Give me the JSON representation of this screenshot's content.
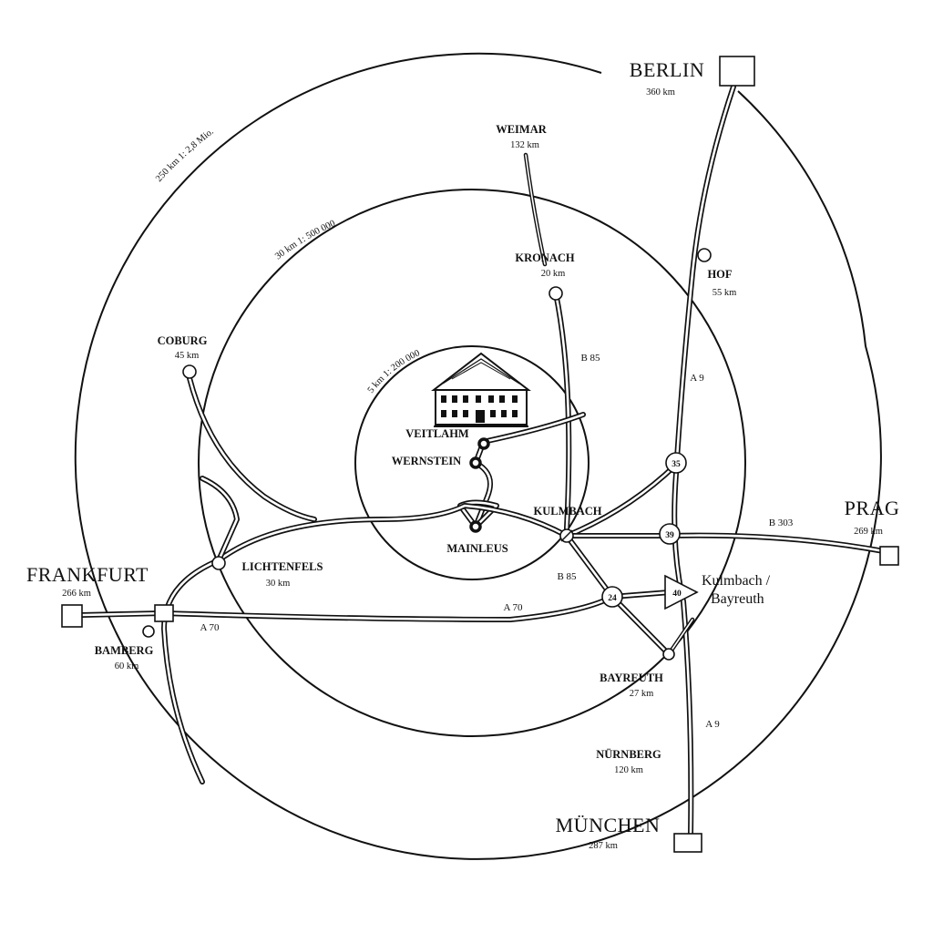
{
  "rings": [
    {
      "distance": "250 km",
      "scale": "1: 2,8 Mio."
    },
    {
      "distance": "30 km",
      "scale": "1: 500 000"
    },
    {
      "distance": "5 km",
      "scale": "1: 200 000"
    }
  ],
  "cities": {
    "berlin": {
      "name": "BERLIN",
      "distance": "360 km"
    },
    "weimar": {
      "name": "WEIMAR",
      "distance": "132 km"
    },
    "kronach": {
      "name": "KRONACH",
      "distance": "20 km"
    },
    "hof": {
      "name": "HOF",
      "distance": "55 km"
    },
    "coburg": {
      "name": "COBURG",
      "distance": "45 km"
    },
    "veitlahm": {
      "name": "VEITLAHM"
    },
    "wernstein": {
      "name": "WERNSTEIN"
    },
    "mainleus": {
      "name": "MAINLEUS"
    },
    "kulmbach": {
      "name": "KULMBACH"
    },
    "prag": {
      "name": "PRAG",
      "distance": "269 km"
    },
    "frankfurt": {
      "name": "FRANKFURT",
      "distance": "266 km"
    },
    "lichtenfels": {
      "name": "LICHTENFELS",
      "distance": "30 km"
    },
    "bamberg": {
      "name": "BAMBERG",
      "distance": "60 km"
    },
    "bayreuth": {
      "name": "BAYREUTH",
      "distance": "27 km"
    },
    "nuernberg": {
      "name": "NÜRNBERG",
      "distance": "120 km"
    },
    "muenchen": {
      "name": "MÜNCHEN",
      "distance": "287 km"
    },
    "kulmbach_bayreuth": {
      "line1": "Kulmbach /",
      "line2": "Bayreuth"
    }
  },
  "roads": {
    "b85_north": "B 85",
    "b85_south": "B 85",
    "a9_north": "A 9",
    "a9_south": "A 9",
    "b303": "B 303",
    "a70_east": "A 70",
    "a70_west": "A 70"
  },
  "junctions": {
    "j35": "35",
    "j39": "39",
    "j24": "24",
    "j40": "40"
  },
  "icons": {
    "destination": "square-destination-icon",
    "town": "circle-town-icon",
    "castle": "castle-building-icon"
  }
}
